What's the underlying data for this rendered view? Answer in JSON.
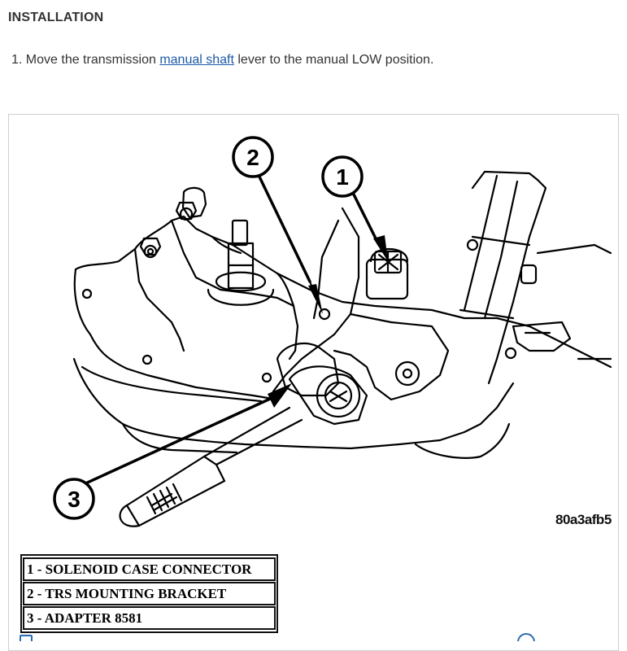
{
  "section": {
    "title": "INSTALLATION"
  },
  "step": {
    "number": "1.",
    "text_before": "Move the transmission",
    "link": "manual shaft",
    "text_after": "lever to the manual LOW position."
  },
  "figure": {
    "id": "80a3afb5",
    "callouts": [
      "1",
      "2",
      "3"
    ],
    "legend": [
      "1 - SOLENOID CASE CONNECTOR",
      "2 - TRS MOUNTING BRACKET",
      "3 - ADAPTER 8581"
    ]
  }
}
